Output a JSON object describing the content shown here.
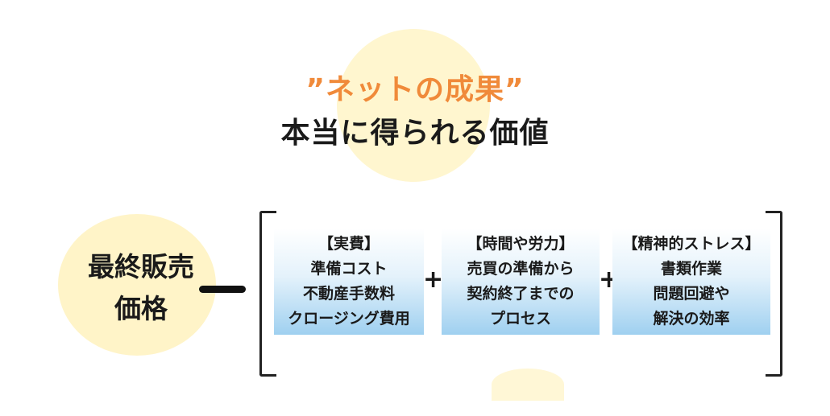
{
  "heading": {
    "accent": "”ネットの成果”",
    "main": "本当に得られる価値"
  },
  "price_label": {
    "line1": "最終販売",
    "line2": "価格"
  },
  "operators": {
    "minus": "−",
    "plus": "+"
  },
  "boxes": [
    {
      "title": "【実費】",
      "lines": [
        "準備コスト",
        "不動産手数料",
        "クロージング費用"
      ]
    },
    {
      "title": "【時間や労力】",
      "lines": [
        "売買の準備から",
        "契約終了までの",
        "プロセス"
      ]
    },
    {
      "title": "【精神的ストレス】",
      "lines": [
        "書類作業",
        "問題回避や",
        "解決の効率"
      ]
    }
  ],
  "colors": {
    "accent": "#f08a3a",
    "blob": "#fff6cf",
    "box_gradient_bottom": "#9fd0f0"
  }
}
